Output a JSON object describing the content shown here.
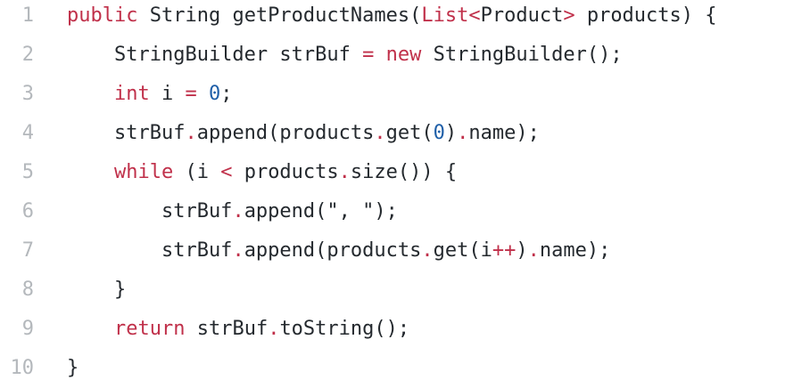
{
  "colors": {
    "background": "#ffffff",
    "text": "#24292e",
    "keyword": "#c0304a",
    "number": "#1f5fa8",
    "line_number": "#b4b8bc"
  },
  "code": {
    "lines": [
      {
        "number": "1",
        "tokens": [
          {
            "t": "public",
            "k": "kw"
          },
          {
            "t": " String getProductNames(",
            "k": "txt"
          },
          {
            "t": "List",
            "k": "type"
          },
          {
            "t": "<",
            "k": "op"
          },
          {
            "t": "Product",
            "k": "txt"
          },
          {
            "t": ">",
            "k": "op"
          },
          {
            "t": " products) {",
            "k": "txt"
          }
        ]
      },
      {
        "number": "2",
        "tokens": [
          {
            "t": "    StringBuilder strBuf ",
            "k": "txt"
          },
          {
            "t": "=",
            "k": "op"
          },
          {
            "t": " ",
            "k": "txt"
          },
          {
            "t": "new",
            "k": "kw"
          },
          {
            "t": " StringBuilder();",
            "k": "txt"
          }
        ]
      },
      {
        "number": "3",
        "tokens": [
          {
            "t": "    ",
            "k": "txt"
          },
          {
            "t": "int",
            "k": "kw"
          },
          {
            "t": " i ",
            "k": "txt"
          },
          {
            "t": "=",
            "k": "op"
          },
          {
            "t": " ",
            "k": "txt"
          },
          {
            "t": "0",
            "k": "num"
          },
          {
            "t": ";",
            "k": "txt"
          }
        ]
      },
      {
        "number": "4",
        "tokens": [
          {
            "t": "    strBuf",
            "k": "txt"
          },
          {
            "t": ".",
            "k": "op"
          },
          {
            "t": "append(products",
            "k": "txt"
          },
          {
            "t": ".",
            "k": "op"
          },
          {
            "t": "get(",
            "k": "txt"
          },
          {
            "t": "0",
            "k": "num"
          },
          {
            "t": ")",
            "k": "txt"
          },
          {
            "t": ".",
            "k": "op"
          },
          {
            "t": "name);",
            "k": "txt"
          }
        ]
      },
      {
        "number": "5",
        "tokens": [
          {
            "t": "    ",
            "k": "txt"
          },
          {
            "t": "while",
            "k": "kw"
          },
          {
            "t": " (i ",
            "k": "txt"
          },
          {
            "t": "<",
            "k": "op"
          },
          {
            "t": " products",
            "k": "txt"
          },
          {
            "t": ".",
            "k": "op"
          },
          {
            "t": "size()) {",
            "k": "txt"
          }
        ]
      },
      {
        "number": "6",
        "tokens": [
          {
            "t": "        strBuf",
            "k": "txt"
          },
          {
            "t": ".",
            "k": "op"
          },
          {
            "t": "append(\", \");",
            "k": "txt"
          }
        ]
      },
      {
        "number": "7",
        "tokens": [
          {
            "t": "        strBuf",
            "k": "txt"
          },
          {
            "t": ".",
            "k": "op"
          },
          {
            "t": "append(products",
            "k": "txt"
          },
          {
            "t": ".",
            "k": "op"
          },
          {
            "t": "get(i",
            "k": "txt"
          },
          {
            "t": "++",
            "k": "op"
          },
          {
            "t": ")",
            "k": "txt"
          },
          {
            "t": ".",
            "k": "op"
          },
          {
            "t": "name);",
            "k": "txt"
          }
        ]
      },
      {
        "number": "8",
        "tokens": [
          {
            "t": "    }",
            "k": "txt"
          }
        ]
      },
      {
        "number": "9",
        "tokens": [
          {
            "t": "    ",
            "k": "txt"
          },
          {
            "t": "return",
            "k": "kw"
          },
          {
            "t": " strBuf",
            "k": "txt"
          },
          {
            "t": ".",
            "k": "op"
          },
          {
            "t": "toString();",
            "k": "txt"
          }
        ]
      },
      {
        "number": "10",
        "tokens": [
          {
            "t": "}",
            "k": "txt"
          }
        ]
      }
    ]
  }
}
